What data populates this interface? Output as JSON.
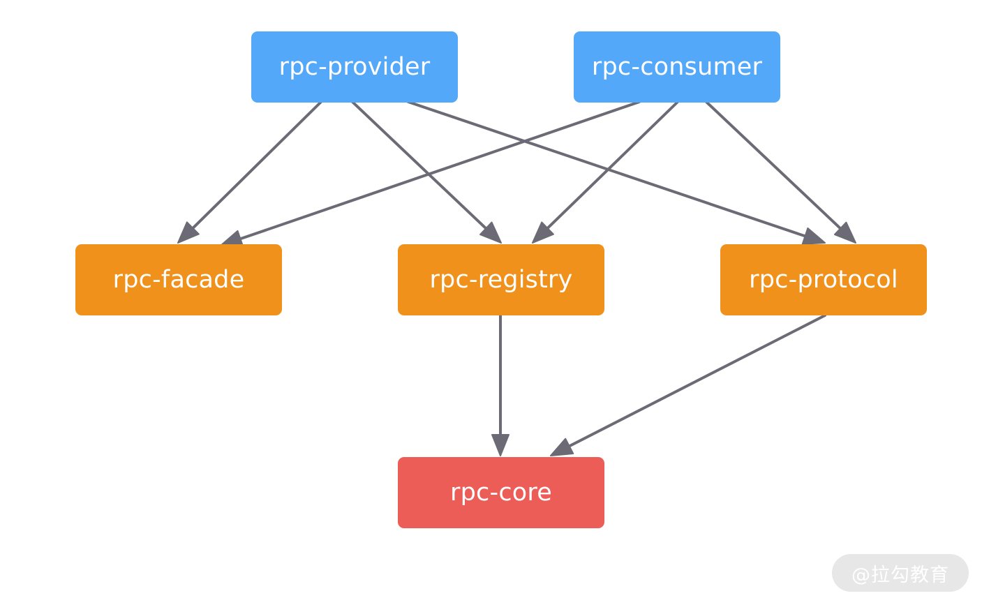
{
  "diagram": {
    "nodes": [
      {
        "id": "provider",
        "label": "rpc-provider",
        "color": "#53a8fa"
      },
      {
        "id": "consumer",
        "label": "rpc-consumer",
        "color": "#53a8fa"
      },
      {
        "id": "facade",
        "label": "rpc-facade",
        "color": "#f0911b"
      },
      {
        "id": "registry",
        "label": "rpc-registry",
        "color": "#f0911b"
      },
      {
        "id": "protocol",
        "label": "rpc-protocol",
        "color": "#f0911b"
      },
      {
        "id": "core",
        "label": "rpc-core",
        "color": "#ec5d57"
      }
    ],
    "edges": [
      {
        "from": "provider",
        "to": "facade"
      },
      {
        "from": "provider",
        "to": "registry"
      },
      {
        "from": "provider",
        "to": "protocol"
      },
      {
        "from": "consumer",
        "to": "facade"
      },
      {
        "from": "consumer",
        "to": "registry"
      },
      {
        "from": "consumer",
        "to": "protocol"
      },
      {
        "from": "registry",
        "to": "core"
      },
      {
        "from": "protocol",
        "to": "core"
      }
    ],
    "edge_color": "#6b6a75"
  },
  "watermark": {
    "text": "@拉勾教育"
  }
}
